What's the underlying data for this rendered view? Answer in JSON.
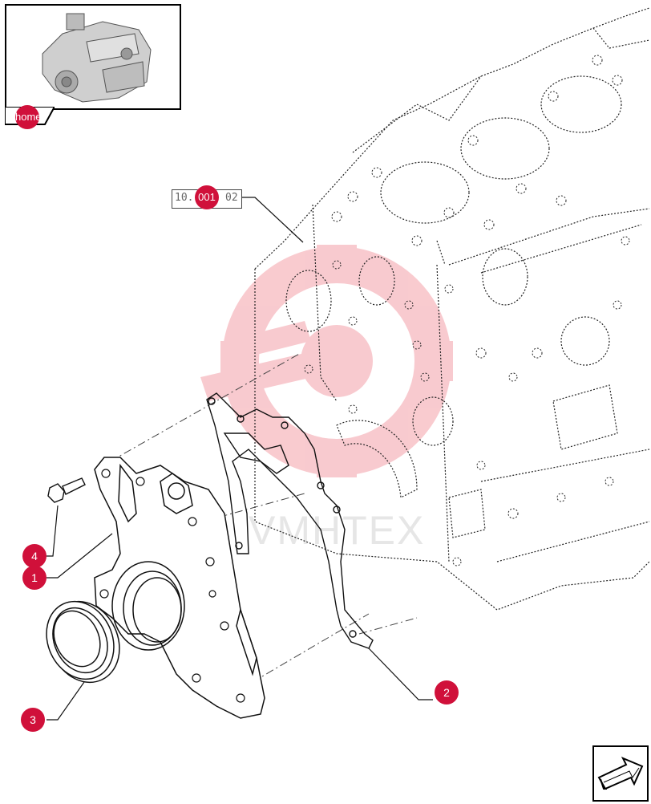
{
  "thumbnail": {
    "label": "home"
  },
  "reference": {
    "prefix": "10.",
    "code": "001",
    "suffix": "02"
  },
  "callouts": [
    {
      "id": "callout-1",
      "label": "1"
    },
    {
      "id": "callout-2",
      "label": "2"
    },
    {
      "id": "callout-3",
      "label": "3"
    },
    {
      "id": "callout-4",
      "label": "4"
    }
  ],
  "watermark": {
    "text": "VMHTEX"
  },
  "colors": {
    "callout": "#d0103a",
    "watermark": "#f4b4b8",
    "line": "#111111"
  },
  "icons": {
    "nav": "next-page-arrow-icon"
  }
}
